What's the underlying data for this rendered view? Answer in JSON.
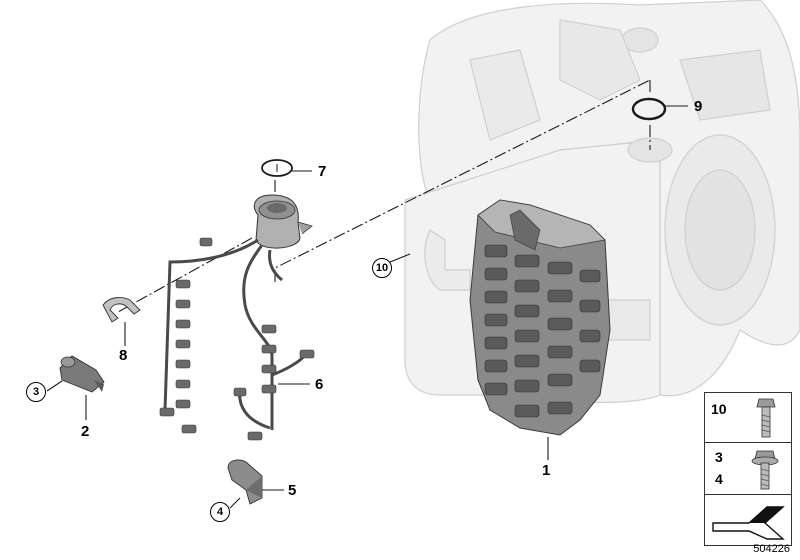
{
  "callouts": {
    "part_1": "1",
    "part_2": "2",
    "part_3": "3",
    "part_4": "4",
    "part_5": "5",
    "part_6": "6",
    "part_7": "7",
    "part_8": "8",
    "part_9": "9",
    "part_10": "10"
  },
  "legend": {
    "row1_num": "10",
    "row2_num_a": "3",
    "row2_num_b": "4"
  },
  "diagram_number": "504226",
  "colors": {
    "line": "#1a1a1a",
    "ghost_fill": "#f2f2f2",
    "ghost_stroke": "#c8c8c8",
    "part_dark": "#5a5a5a",
    "part_mid": "#8a8a8a",
    "part_light": "#bdbdbd"
  },
  "icons": [
    "bolt-icon",
    "flange-bolt-icon",
    "arrow-symbol-icon"
  ]
}
